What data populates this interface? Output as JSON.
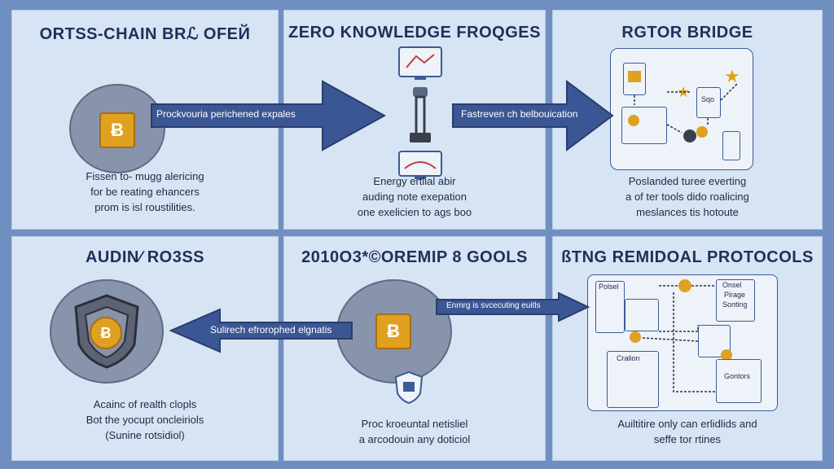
{
  "panels": {
    "p1": {
      "title": "ORTSS-CHAIN BRℒ OFEЙ",
      "desc": [
        "Fissen to‑ mugg alericing",
        "for be reating ehancers",
        "prom is isl roustilities."
      ]
    },
    "p2": {
      "title": "ZERO KNOWLEDGE FROQGES",
      "desc": [
        "Energy ertlial abir",
        "auding note exepation",
        "one exelicien to ags boo"
      ]
    },
    "p3": {
      "title": "RGTOR BRIDGE",
      "desc": [
        "Poslanded turee everting",
        "a of ter tools dido roalicing",
        "meslances tis hotoute"
      ],
      "inner_labels": [
        "Sqo"
      ]
    },
    "p4": {
      "title": "AUDIN∕ RO3SS",
      "desc": [
        "Acainc of realth clopls",
        "Bot the yocupt oncleiriols",
        "(Sunine rotsidiol)"
      ]
    },
    "p5": {
      "title": "2010O3*©OREMIP 8 GOOLS",
      "desc": [
        "Proc kroeuntal netisliel",
        "a arcodouin any doticiol"
      ]
    },
    "p6": {
      "title": "ßTNG REMIDOAL PROTOCOLS",
      "desc": [
        "Auiltitire only can erlidlids and",
        "seffe tor rtines"
      ],
      "boxes": {
        "tl": "Polsel",
        "tr": "Onsel",
        "tr2": "Pirage",
        "tr3": "Sonting",
        "bl": "Cralion",
        "br": "Gontors"
      }
    }
  },
  "arrows": {
    "a1": "Prockvouria perichened expales",
    "a2": "Fastreven ch belbouication",
    "a3": "Sulirech efrorophed elgnatis",
    "a4": "Enmrg is svcecuting euitls"
  },
  "icons": {
    "coin_symbol": "Ƀ",
    "star": "★"
  },
  "colors": {
    "background": "#6f8fc0",
    "panel": "#d7e4f3",
    "arrow": "#3b5694",
    "coin": "#e0a020",
    "title": "#1f2f58"
  }
}
